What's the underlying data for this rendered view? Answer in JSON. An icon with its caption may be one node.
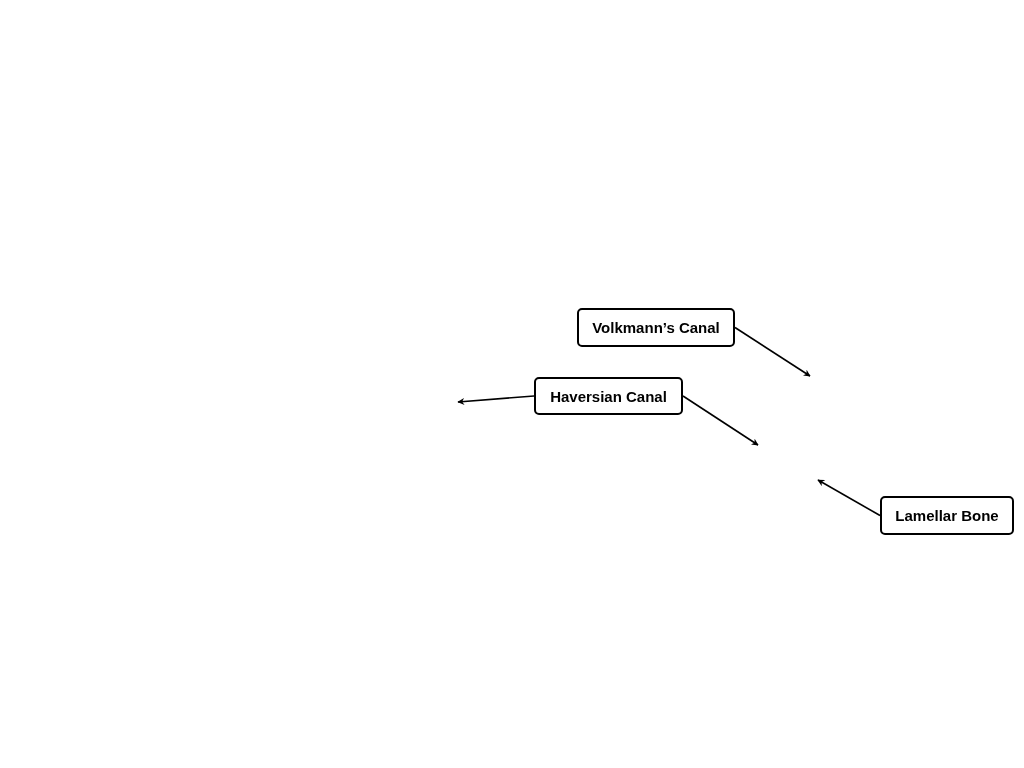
{
  "diagram": {
    "nodes": [
      {
        "text": [
          "Volkmann’s Canal"
        ]
      },
      {
        "text": [
          "Haversian Canal"
        ]
      },
      {
        "text": [
          "Lamellar Bone"
        ]
      }
    ],
    "edges": [
      {
        "from": 0,
        "to": null,
        "arrow": "to"
      },
      {
        "from": 1,
        "to": null,
        "arrow": "to"
      },
      {
        "from": 1,
        "to": null,
        "arrow": "to"
      },
      {
        "from": 2,
        "to": null,
        "arrow": "to"
      }
    ]
  }
}
